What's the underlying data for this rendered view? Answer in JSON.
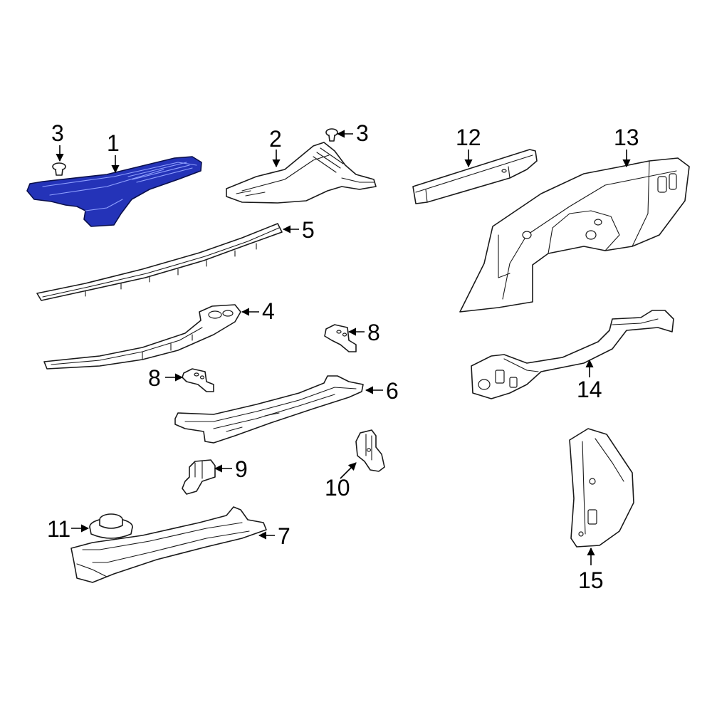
{
  "diagram": {
    "callouts": [
      {
        "id": "c1",
        "label": "1"
      },
      {
        "id": "c2",
        "label": "2"
      },
      {
        "id": "c3a",
        "label": "3"
      },
      {
        "id": "c3b",
        "label": "3"
      },
      {
        "id": "c4",
        "label": "4"
      },
      {
        "id": "c5",
        "label": "5"
      },
      {
        "id": "c6",
        "label": "6"
      },
      {
        "id": "c7",
        "label": "7"
      },
      {
        "id": "c8a",
        "label": "8"
      },
      {
        "id": "c8b",
        "label": "8"
      },
      {
        "id": "c9",
        "label": "9"
      },
      {
        "id": "c10",
        "label": "10"
      },
      {
        "id": "c11",
        "label": "11"
      },
      {
        "id": "c12",
        "label": "12"
      },
      {
        "id": "c13",
        "label": "13"
      },
      {
        "id": "c14",
        "label": "14"
      },
      {
        "id": "c15",
        "label": "15"
      }
    ],
    "highlight_color": "#2433b8",
    "line_color": "#1a1a1a",
    "background_color": "#ffffff"
  }
}
